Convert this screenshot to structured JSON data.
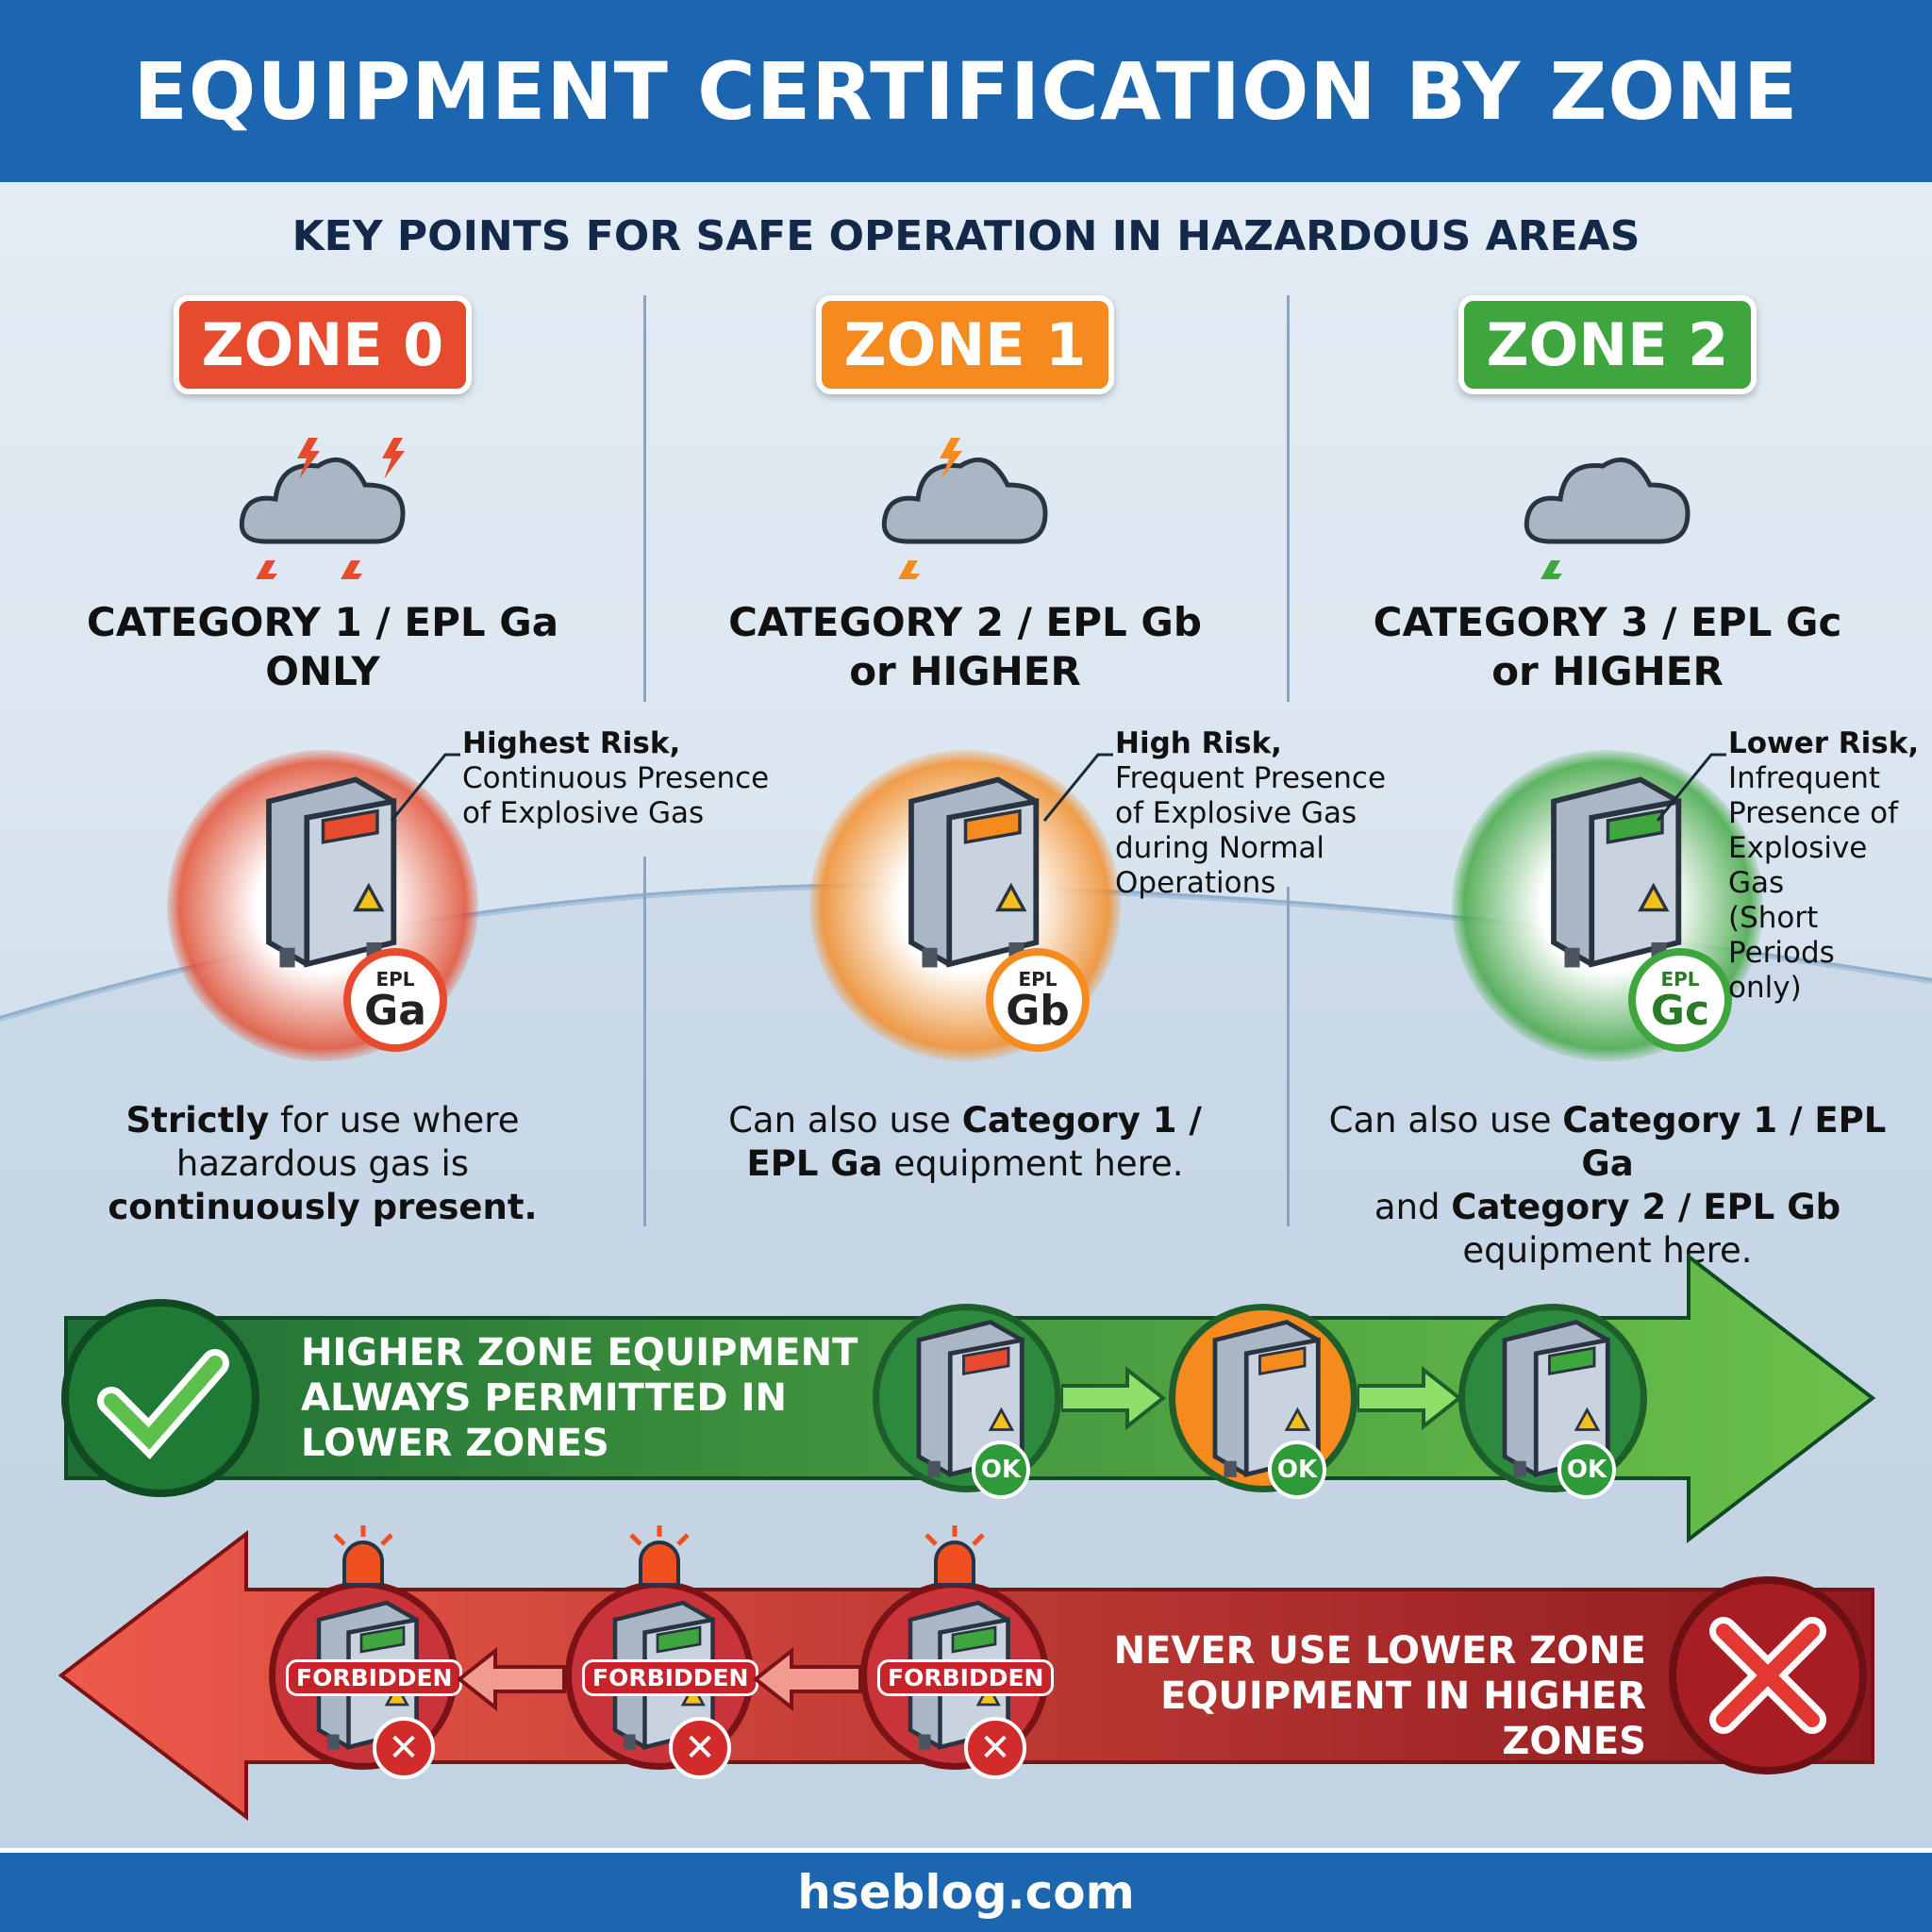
{
  "header": {
    "title": "EQUIPMENT CERTIFICATION BY ZONE"
  },
  "subtitle": "KEY POINTS FOR SAFE OPERATION IN HAZARDOUS AREAS",
  "colors": {
    "zone0": "#e54b2c",
    "zone1": "#f58a1f",
    "zone2": "#3fa63f",
    "header": "#1c66b0"
  },
  "zones": [
    {
      "label": "ZONE 0",
      "cat1": "CATEGORY 1 / EPL Ga",
      "cat2": "ONLY",
      "risk": "Highest Risk,",
      "ann": [
        "Continuous Presence",
        "of Explosive Gas"
      ],
      "epl": "EPL",
      "epl_code": "Ga",
      "desc": [
        {
          "b": "Strictly",
          "t": " for use where"
        },
        {
          "b": "",
          "t": "hazardous gas is"
        },
        {
          "b": "continuously present.",
          "t": ""
        }
      ]
    },
    {
      "label": "ZONE 1",
      "cat1": "CATEGORY 2 / EPL Gb",
      "cat2": "or HIGHER",
      "risk": "High Risk,",
      "ann": [
        "Frequent Presence",
        "of Explosive Gas",
        "during Normal",
        "Operations"
      ],
      "epl": "EPL",
      "epl_code": "Gb",
      "desc": [
        {
          "t": "Can also use ",
          "b": "Category 1 /"
        },
        {
          "b": "EPL Ga",
          "t": " equipment here."
        }
      ]
    },
    {
      "label": "ZONE 2",
      "cat1": "CATEGORY 3 / EPL Gc",
      "cat2": "or HIGHER",
      "risk": "Lower Risk,",
      "ann": [
        "Infrequent",
        "Presence of",
        "Explosive Gas",
        "(Short Periods",
        "only)"
      ],
      "epl": "EPL",
      "epl_code": "Gc",
      "desc": [
        {
          "t": "Can also use ",
          "b": "Category 1 / EPL Ga"
        },
        {
          "t": "and ",
          "b": "Category 2 / EPL Gb"
        },
        {
          "t": "equipment here.",
          "b": ""
        }
      ]
    }
  ],
  "permitted": {
    "lines": [
      "HIGHER ZONE EQUIPMENT",
      "ALWAYS PERMITTED IN",
      "LOWER ZONES"
    ],
    "ok": "OK"
  },
  "forbidden": {
    "lines": [
      "NEVER USE LOWER ZONE",
      "EQUIPMENT IN HIGHER ZONES"
    ],
    "label": "FORBIDDEN"
  },
  "footer": "hseblog.com"
}
